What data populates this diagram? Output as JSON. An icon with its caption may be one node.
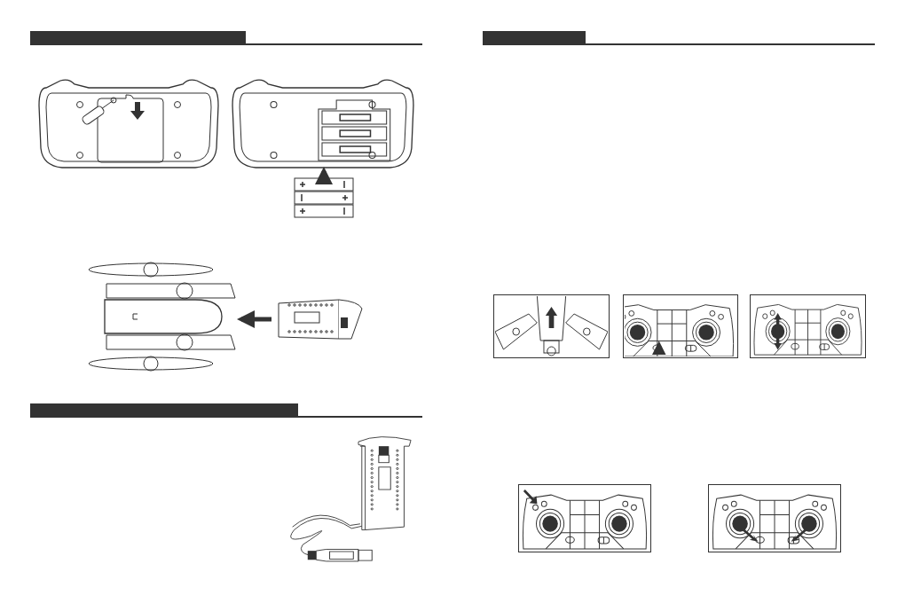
{
  "diagram": {
    "nodes": [
      {
        "text": [],
        "shape": "picture"
      },
      {
        "text": [],
        "shape": "picture"
      },
      {
        "text": [],
        "shape": "picture"
      },
      {
        "text": [],
        "shape": "picture"
      }
    ],
    "edges": [
      {
        "from": 1,
        "to": 0,
        "arrow": "to"
      },
      {
        "from": 3,
        "to": 2,
        "arrow": "to"
      }
    ]
  }
}
